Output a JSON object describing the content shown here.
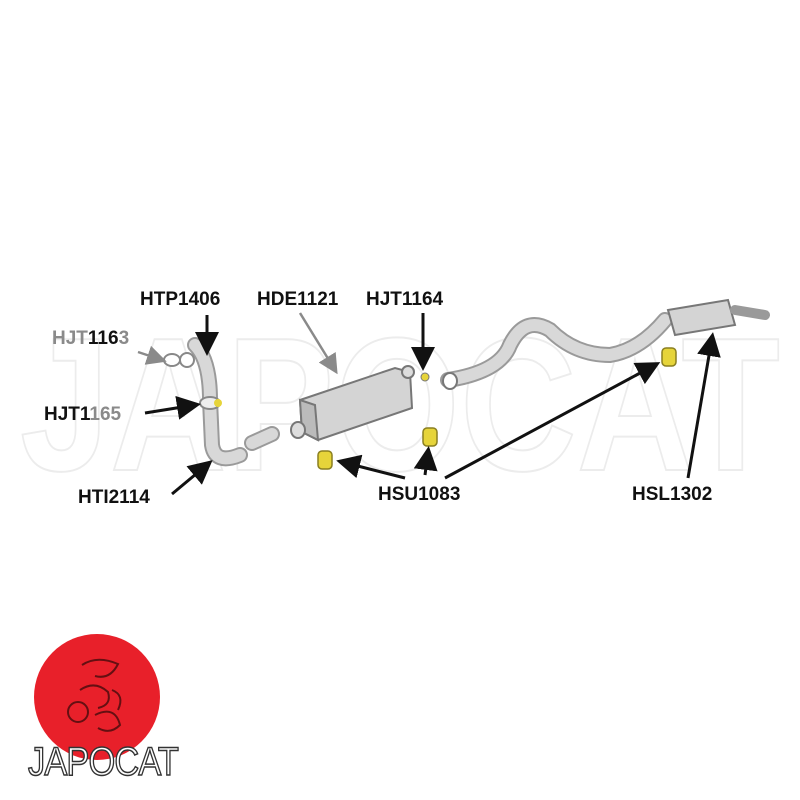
{
  "watermark": "JAPOCAT",
  "labels": {
    "htp1406": "HTP1406",
    "hde1121": "HDE1121",
    "hjt1164": "HJT1164",
    "hjt1163_grey": "HJT",
    "hjt1163_bold": "116",
    "hjt1163_end": "3",
    "hjt1165_a": "HJT1",
    "hjt1165_b": "165",
    "hti2114": "HTI2114",
    "hsu1083": "HSU1083",
    "hsl1302": "HSL1302"
  },
  "logo": {
    "text": "JAPOCAT"
  },
  "colors": {
    "logo_red": "#e8202a",
    "rubber_yellow": "#e6d43a",
    "pipe_grey": "#9a9a9a"
  }
}
